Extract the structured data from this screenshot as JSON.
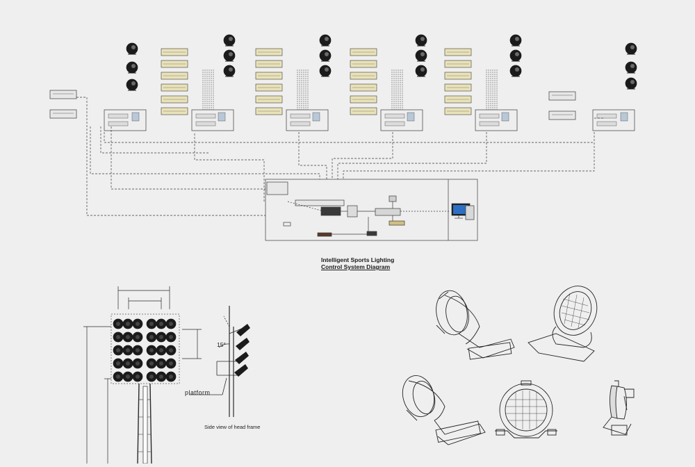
{
  "diagram": {
    "title_line1": "Intelligent Sports Lighting",
    "title_line2": "Control System Diagram"
  },
  "mast_drawing": {
    "angle_label": "15°",
    "platform_label": "platform",
    "side_view_label": "Side view of head frame"
  },
  "colors": {
    "background": "#efefef",
    "line": "#3a3a3a",
    "panel_fill": "#e7e7e7",
    "lamp": "#1b1b1b",
    "monitor_screen": "#2e6fc4"
  },
  "icons": [
    "floodlight-icon",
    "controller-cabinet-icon",
    "computer-monitor-icon",
    "lamp-head-icon"
  ]
}
